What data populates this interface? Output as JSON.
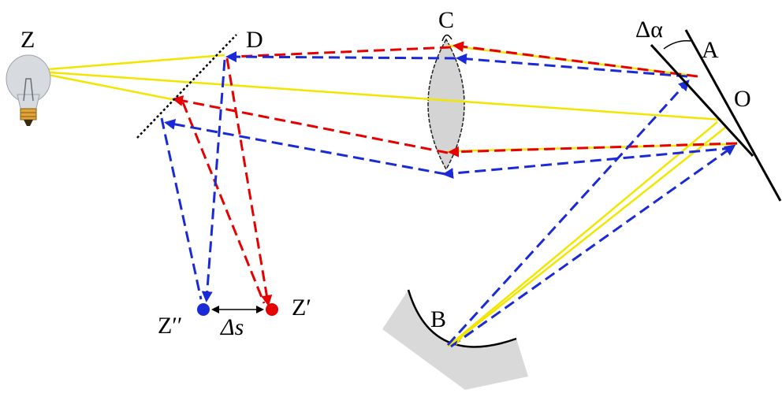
{
  "labels": {
    "source": "Z",
    "splitter": "D",
    "lens": "C",
    "angle": "Δα",
    "mirror_a": "A",
    "pivot": "O",
    "mirror_b": "B",
    "image_blue": "Z′′",
    "image_red": "Z′",
    "delta_s": "Δs"
  },
  "colors": {
    "ray_yellow": "#f2e600",
    "ray_red": "#e60000",
    "ray_blue": "#1a2ad6",
    "point_red": "#e60000",
    "point_blue": "#1a2ad6",
    "mirror_b_fill": "#d9d9d9",
    "lens_fill": "#d4d4d4",
    "bulb_glass": "#d7dbe0",
    "bulb_base": "#e0a53a"
  },
  "icons": {
    "source": "light-bulb-icon"
  }
}
